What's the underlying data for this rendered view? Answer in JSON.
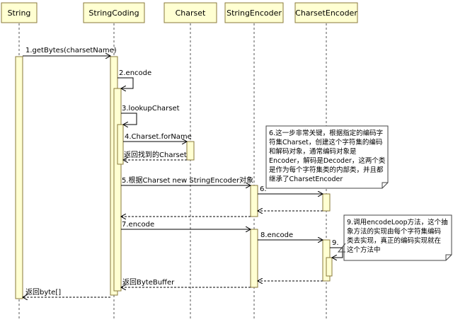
{
  "participants": [
    "String",
    "StringCoding",
    "Charset",
    "StringEncoder",
    "CharsetEncoder"
  ],
  "messages": [
    "1.getBytes(charsetName)",
    "2.encode",
    "3.lookupCharset",
    "4.Charset.forName",
    "返回找到的Charset",
    "5.根据Charset new StringEncoder对象",
    "6.",
    "7.encode",
    "8.encode",
    "9.",
    "返回ByteBuffer",
    "返回byte[]"
  ],
  "notes": {
    "note6": [
      "6.这一步非常关键，根据指定的编码字",
      "符集Charset，创建这个字符集的编码",
      "和解码对象，通常编码对象是",
      "Encoder，解码是Decoder，这两个类",
      "是作为每个字符集类的内部类，并且都",
      "继承了CharsetEncoder"
    ],
    "note9": [
      "9.调用encodeLoop方法，这个抽",
      "象方法的实现由每个字符集编码",
      "类去实现，真正的编码实现就在",
      "这个方法中"
    ]
  }
}
